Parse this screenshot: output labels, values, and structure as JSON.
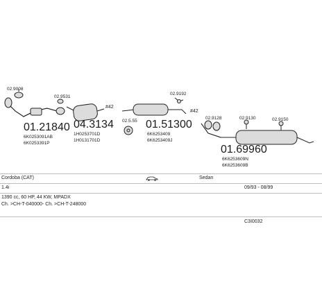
{
  "parts": [
    {
      "number": "01.21840",
      "codes": [
        "6K0253091AB",
        "6K0253391P"
      ]
    },
    {
      "number": "04.3134",
      "codes": [
        "1H0253701D",
        "1H0131701D"
      ]
    },
    {
      "number": "01.51300",
      "codes": [
        "6K6253409",
        "6K6253409J"
      ]
    },
    {
      "number": "01.69960",
      "codes": [
        "6K6253609N",
        "6K6253609B"
      ]
    }
  ],
  "accessories": [
    "02.9008",
    "02.9531",
    "02.9192",
    "02.5.55",
    "02.9128",
    "02.9130",
    "02.9150"
  ],
  "connectors": [
    "#42",
    "#42"
  ],
  "info": {
    "model": "Cordoba (CAT)",
    "body_type": "Sedan",
    "engine": "1.4i",
    "years": "09/93 - 08/99",
    "specs": "1390 cc, 60 HP, 44 KW, MPADX",
    "chassis": "Ch. >CH-T-040000- Ch. >CH-T-248000",
    "reference": "C3I0032"
  }
}
